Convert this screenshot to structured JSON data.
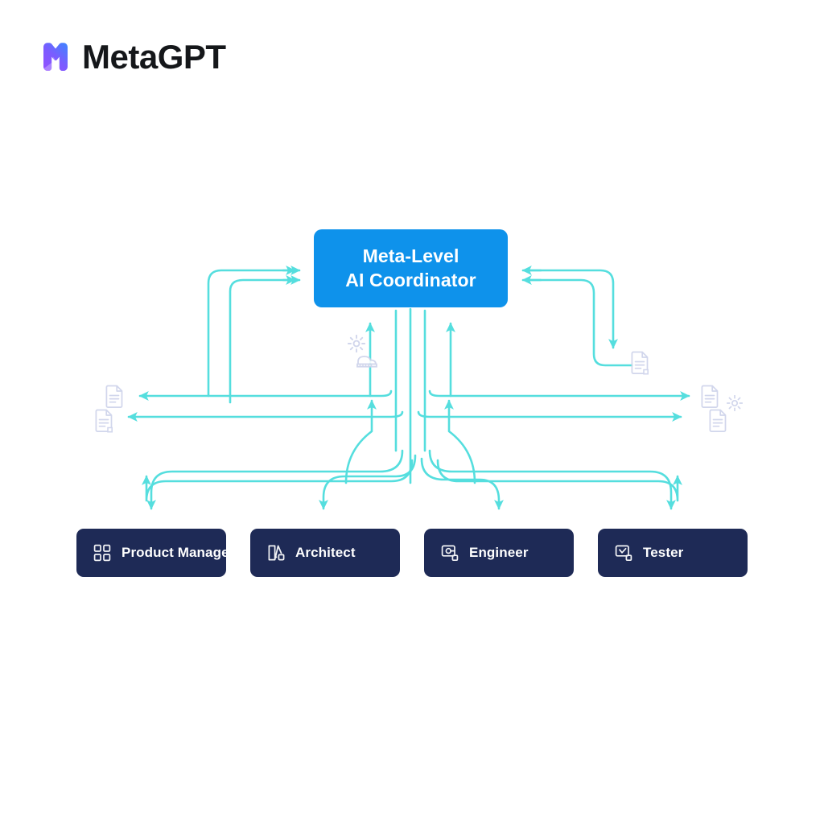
{
  "brand": {
    "name": "MetaGPT",
    "logo_icon": "metagpt-m-logo",
    "gradient_from": "#9b4dff",
    "gradient_to": "#2f8fff"
  },
  "theme": {
    "background": "#ffffff",
    "coordinator_fill": "#0e92eb",
    "role_fill": "#1e2a56",
    "flow_stroke": "#55dede",
    "artifact_stroke": "#cdd2ea",
    "text_on_dark": "#ffffff"
  },
  "diagram": {
    "type": "flow-architecture",
    "coordinator": {
      "title_line_1": "Meta-Level",
      "title_line_2": "AI Coordinator"
    },
    "roles": [
      {
        "label": "Product Manager",
        "icon": "grid-squares-icon"
      },
      {
        "label": "Architect",
        "icon": "blueprint-shape-icon"
      },
      {
        "label": "Engineer",
        "icon": "code-window-icon"
      },
      {
        "label": "Tester",
        "icon": "checklist-box-icon"
      }
    ],
    "artifacts": [
      {
        "icon": "gear-icon",
        "position": "center-left-upper"
      },
      {
        "icon": "server-rack-icon",
        "position": "center-left-lower"
      },
      {
        "icon": "document-icon",
        "position": "right-upper"
      },
      {
        "icon": "document-icon",
        "position": "far-right-upper"
      },
      {
        "icon": "gear-icon",
        "position": "far-right-gear"
      },
      {
        "icon": "document-icon",
        "position": "far-right-lower"
      },
      {
        "icon": "document-icon",
        "position": "far-left-upper"
      },
      {
        "icon": "document-icon",
        "position": "far-left-lower"
      }
    ]
  }
}
